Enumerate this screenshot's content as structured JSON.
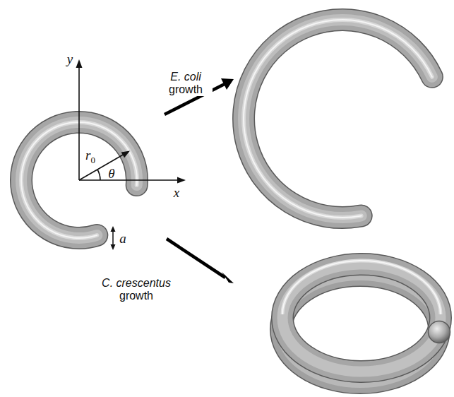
{
  "diagram": {
    "labels": [
      "y",
      "x",
      "r0",
      "θ",
      "a",
      "E. coli growth",
      "C. crescentus growth"
    ]
  }
}
